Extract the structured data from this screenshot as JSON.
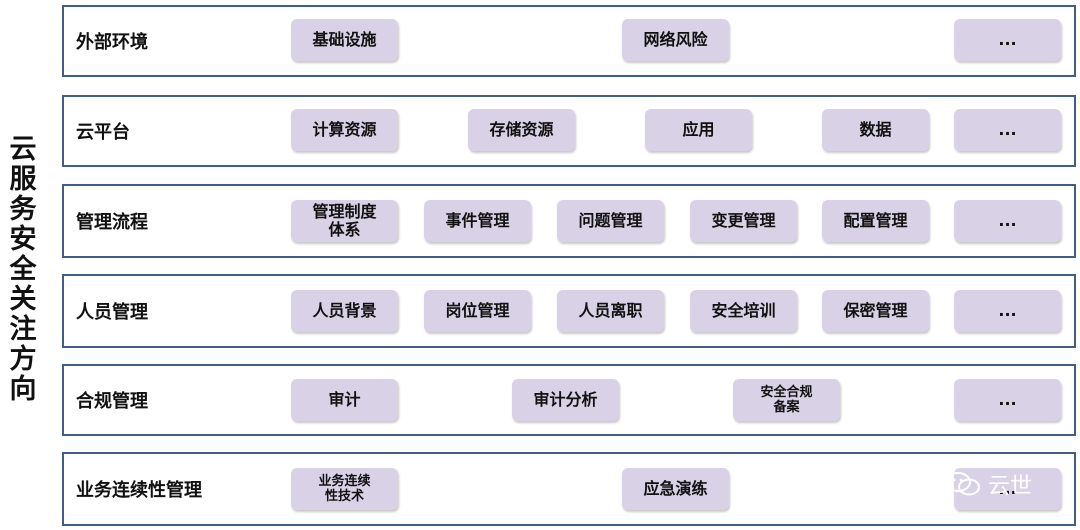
{
  "side_title": "云服务安全关注方向",
  "rows": [
    {
      "label": "外部环境",
      "items": [
        "基础设施",
        "网络风险",
        "..."
      ]
    },
    {
      "label": "云平台",
      "items": [
        "计算资源",
        "存储资源",
        "应用",
        "数据",
        "..."
      ]
    },
    {
      "label": "管理流程",
      "items": [
        "管理制度\n体系",
        "事件管理",
        "问题管理",
        "变更管理",
        "配置管理",
        "..."
      ]
    },
    {
      "label": "人员管理",
      "items": [
        "人员背景",
        "岗位管理",
        "人员离职",
        "安全培训",
        "保密管理",
        "..."
      ]
    },
    {
      "label": "合规管理",
      "items": [
        "审计",
        "审计分析",
        "安全合规\n备案",
        "..."
      ]
    },
    {
      "label": "业务连续性管理",
      "items": [
        "业务连续\n性技术",
        "应急演练",
        "..."
      ]
    }
  ],
  "watermark": {
    "text": "云世"
  },
  "colors": {
    "border": "#3f5f86",
    "chip": "#d9d2e7"
  }
}
